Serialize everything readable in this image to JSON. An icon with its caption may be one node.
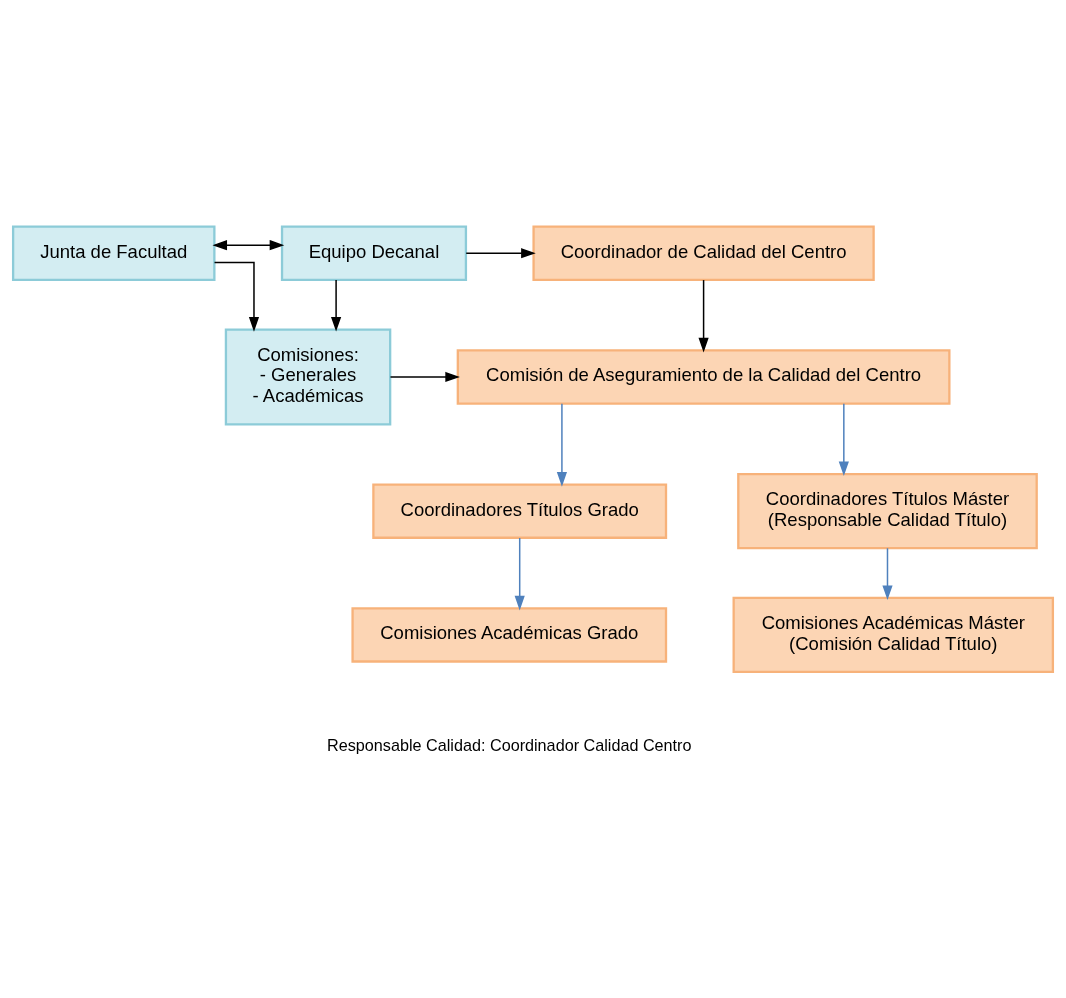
{
  "diagram": {
    "nodes": [
      {
        "text": [
          "Junta de Facultad"
        ]
      },
      {
        "text": [
          "Equipo Decanal"
        ]
      },
      {
        "text": [
          "Coordinador de Calidad del Centro"
        ]
      },
      {
        "text": [
          "Comisiones:",
          "- Generales",
          "- Académicas"
        ]
      },
      {
        "text": [
          "Comisión de Aseguramiento de la Calidad del Centro"
        ]
      },
      {
        "text": [
          "Coordinadores Títulos Grado"
        ]
      },
      {
        "text": [
          "Coordinadores Títulos Máster",
          "(Responsable Calidad Título)"
        ]
      },
      {
        "text": [
          "Comisiones Académicas Grado"
        ]
      },
      {
        "text": [
          "Comisiones Académicas Máster",
          "(Comisión Calidad Título)"
        ]
      }
    ],
    "edges": [
      {
        "from": 0,
        "to": 1,
        "arrow": "both"
      },
      {
        "from": 1,
        "to": 2,
        "arrow": "to"
      },
      {
        "from": 0,
        "to": 3,
        "arrow": "to"
      },
      {
        "from": 1,
        "to": 3,
        "arrow": "to"
      },
      {
        "from": 2,
        "to": 4,
        "arrow": "to"
      },
      {
        "from": 3,
        "to": 4,
        "arrow": "to"
      },
      {
        "from": 4,
        "to": 5,
        "arrow": "to",
        "color": "#4f81bd"
      },
      {
        "from": 4,
        "to": 6,
        "arrow": "to",
        "color": "#4f81bd"
      },
      {
        "from": 5,
        "to": 7,
        "arrow": "to",
        "color": "#4f81bd"
      },
      {
        "from": 6,
        "to": 8,
        "arrow": "to",
        "color": "#4f81bd"
      }
    ],
    "labels": [
      "Responsable Calidad: Coordinador Calidad Centro"
    ]
  }
}
